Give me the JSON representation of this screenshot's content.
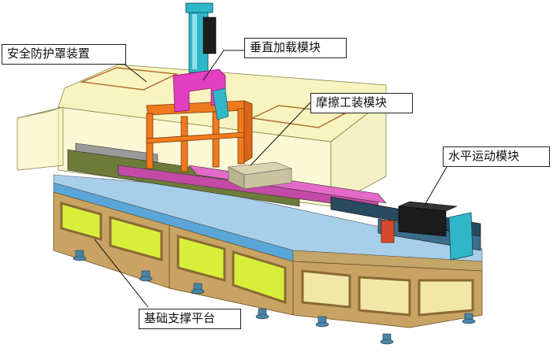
{
  "labels": {
    "safety_cover": "安全防护罩装置",
    "vertical_loading": "垂直加载模块",
    "friction_fixture": "摩擦工装模块",
    "horizontal_motion": "水平运动模块",
    "base_platform": "基础支撑平台"
  },
  "colors": {
    "frame_tan": "#c9a363",
    "frame_dark": "#8a6a35",
    "green_panel": "#d8ef3a",
    "table_blue": "#6fb4e0",
    "table_top": "#9ec9e6",
    "cover_yellow": "#f7f2b4",
    "gantry_orange": "#f07a1e",
    "magenta": "#e33fc0",
    "cyan": "#2fb7c9",
    "black_motor": "#1c1c1c",
    "red_block": "#d84b2a"
  }
}
